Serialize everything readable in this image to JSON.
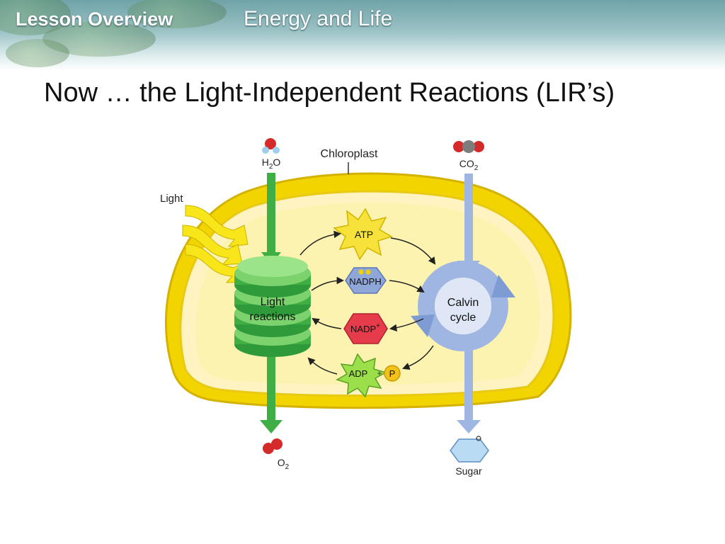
{
  "header": {
    "lesson_label": "Lesson Overview",
    "topic": "Energy and Life"
  },
  "slide": {
    "title": "Now … the Light-Independent Reactions (LIR’s)"
  },
  "diagram": {
    "chloroplast_label": "Chloroplast",
    "light_label": "Light",
    "inputs": {
      "water": "H2O",
      "carbon_dioxide": "CO2"
    },
    "outputs": {
      "oxygen": "O2",
      "sugar": "Sugar"
    },
    "light_reactions_label": [
      "Light",
      "reactions"
    ],
    "calvin_cycle_label": [
      "Calvin",
      "cycle"
    ],
    "carriers": {
      "atp": "ATP",
      "nadph": "NADPH",
      "nadp": "NADP+",
      "adp": "ADP",
      "plus": "+",
      "phosphate": "P"
    },
    "colors": {
      "chloroplast_outer": "#f2d400",
      "chloroplast_inner": "#fdf2b4",
      "light_reactions": "#3fae45",
      "calvin_cycle": "#9fb6e2",
      "atp": "#f6e23a",
      "nadph": "#8fa6d8",
      "nadp": "#e53b4a",
      "adp": "#9be04a",
      "phosphate": "#f2c21b"
    }
  }
}
